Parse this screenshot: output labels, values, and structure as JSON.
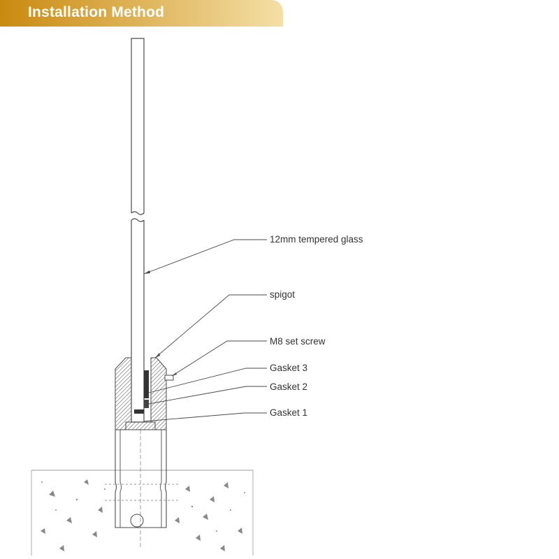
{
  "banner": {
    "title": "Installation Method",
    "color_start": "#c98a10",
    "color_end": "#f4dfa6"
  },
  "labels": {
    "glass": "12mm tempered glass",
    "spigot": "spigot",
    "set_screw": "M8 set screw",
    "gasket3": "Gasket 3",
    "gasket2": "Gasket 2",
    "gasket1": "Gasket 1"
  },
  "colors": {
    "line": "#4a4a4a",
    "hatch": "#666666",
    "gasket": "#333333",
    "ground": "#999999"
  }
}
